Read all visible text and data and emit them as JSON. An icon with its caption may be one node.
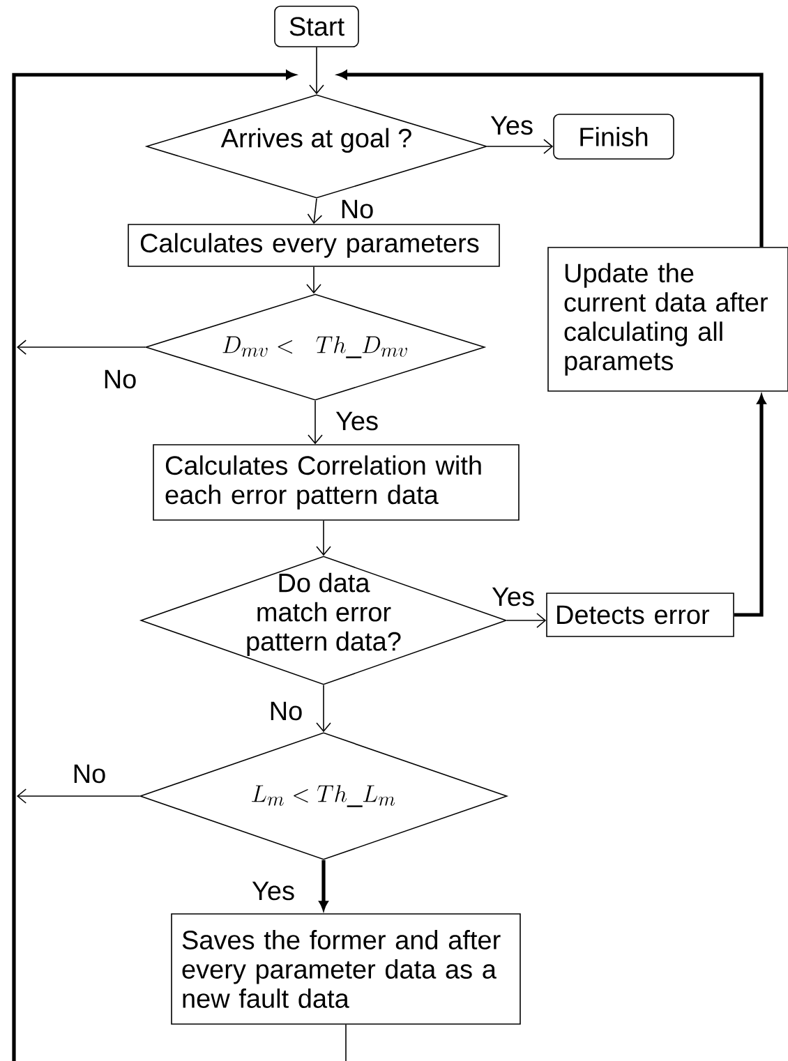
{
  "diagram": {
    "nodes": [
      {
        "text": [
          "Start"
        ]
      },
      {
        "text": [
          "Arrives at goal ?"
        ]
      },
      {
        "text": [
          "Finish"
        ]
      },
      {
        "text": [
          "Calculates every parameters"
        ]
      },
      {
        "text": [
          "D_{mv} <\\ \\ Th\\_D_{mv}"
        ]
      },
      {
        "text": [
          "Calculates Correlation with each error pattern data"
        ]
      },
      {
        "text": [
          "Do data match error pattern data?"
        ]
      },
      {
        "text": [
          "Detects error"
        ]
      },
      {
        "text": [
          "Update the current data after calculating all paramets"
        ]
      },
      {
        "text": [
          "L_{m} < Th\\_L_{m}"
        ]
      },
      {
        "text": [
          "Saves the former and after every parameter data as a new fault data"
        ]
      }
    ],
    "edges": [
      {
        "from": 0,
        "to": 1,
        "arrow": "to"
      },
      {
        "from": 1,
        "to": 2,
        "arrow": "to",
        "label": "Yes"
      },
      {
        "from": 1,
        "to": 3,
        "arrow": "to",
        "label": "No"
      },
      {
        "from": 3,
        "to": 4,
        "arrow": "to"
      },
      {
        "from": 4,
        "to": null,
        "arrow": "to",
        "label": "No"
      },
      {
        "from": 4,
        "to": 5,
        "arrow": "to",
        "label": "Yes"
      },
      {
        "from": 5,
        "to": 6,
        "arrow": "to"
      },
      {
        "from": 6,
        "to": 7,
        "arrow": "to",
        "label": "Yes"
      },
      {
        "from": 6,
        "to": 9,
        "arrow": "to",
        "label": "No"
      },
      {
        "from": 9,
        "to": null,
        "arrow": "to",
        "label": "No"
      },
      {
        "from": 9,
        "to": 10,
        "arrow": "to",
        "label": "Yes",
        "style": "thick"
      },
      {
        "from": 10,
        "to": null,
        "arrow": "none"
      },
      {
        "from": null,
        "to": 1,
        "arrow": "to",
        "style": "thick"
      },
      {
        "from": 7,
        "to": 8,
        "arrow": "to",
        "style": "thick"
      },
      {
        "from": 8,
        "to": 1,
        "arrow": "to",
        "style": "thick"
      }
    ]
  }
}
